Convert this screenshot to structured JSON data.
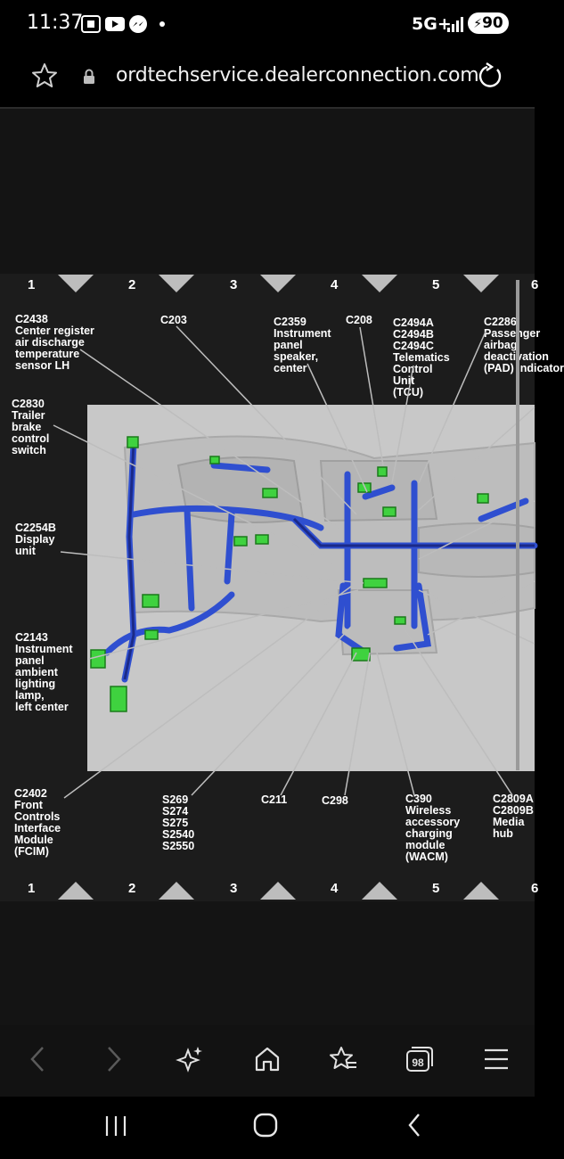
{
  "status": {
    "time": "11:37",
    "network": "5G+",
    "battery": "90"
  },
  "browser": {
    "url": "ordtechservice.dealerconnection.com"
  },
  "diagram": {
    "columns": [
      "1",
      "2",
      "3",
      "4",
      "5",
      "6"
    ],
    "labels": {
      "c2438": "C2438\nCenter register\nair discharge\ntemperature\nsensor LH",
      "c203": "C203",
      "c2359": "C2359\nInstrument\npanel\nspeaker,\ncenter",
      "c208": "C208",
      "c2494": "C2494A\nC2494B\nC2494C\nTelematics\nControl\nUnit\n(TCU)",
      "c2286": "C2286\nPassenger\nairbag\ndeactivation\n(PAD) indicator",
      "c2830": "C2830\nTrailer\nbrake\ncontrol\nswitch",
      "c2254b": "C2254B\nDisplay\nunit",
      "c2143": "C2143\nInstrument\npanel\nambient\nlighting\nlamp,\nleft center",
      "c2402": "C2402\nFront\nControls\nInterface\nModule\n(FCIM)",
      "splices": "S269\nS274\nS275\nS2540\nS2550",
      "c211": "C211",
      "c298": "C298",
      "c390": "C390\nWireless\naccessory\ncharging\nmodule\n(WACM)",
      "c2809": "C2809A\nC2809B\nMedia\nhub"
    }
  },
  "nav": {
    "back": "back-arrow",
    "forward": "forward-arrow",
    "assistant": "sparkle",
    "home": "home",
    "bookmarks": "star-list",
    "tabs_count": "98",
    "menu": "hamburger"
  }
}
